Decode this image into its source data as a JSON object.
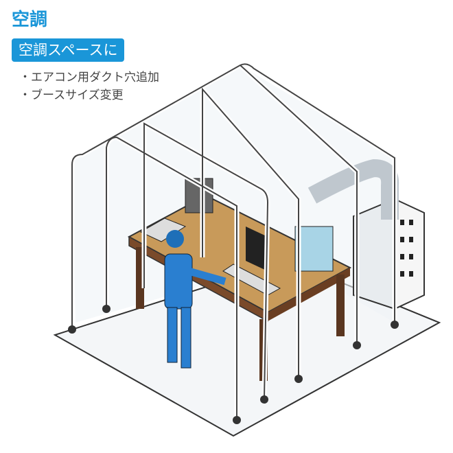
{
  "title": "空調",
  "badge": "空調スペースに",
  "bullets": [
    "エアコン用ダクト穴追加",
    "ブースサイズ変更"
  ],
  "colors": {
    "accent": "#1a96d8",
    "text": "#444444"
  }
}
